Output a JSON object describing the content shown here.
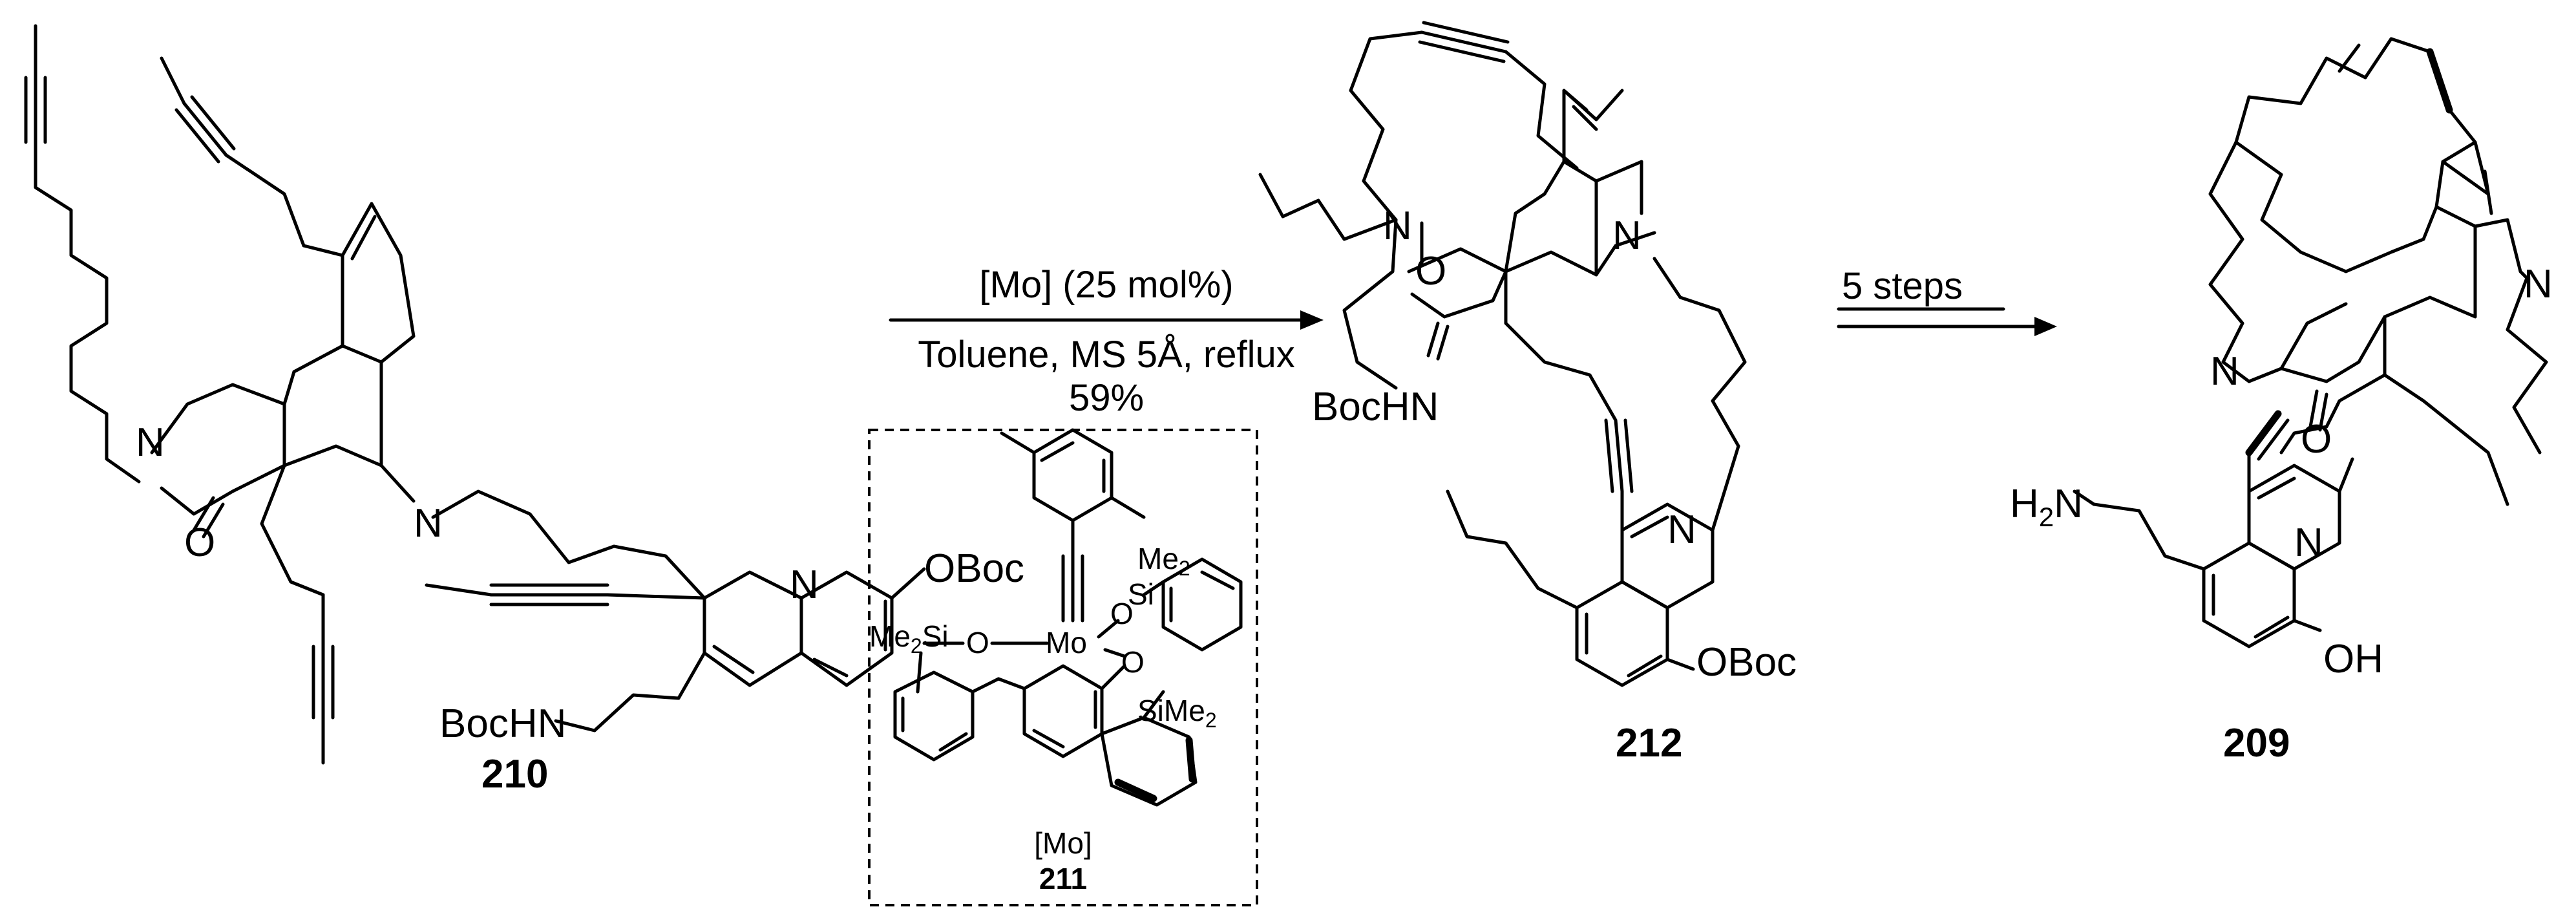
{
  "compounds": {
    "c210": {
      "number": "210",
      "labels": {
        "n_amide": "N",
        "n_amine": "N",
        "n_quin": "N",
        "oboc": "OBoc",
        "bochn": "BocHN",
        "oxo": "O"
      }
    },
    "c212": {
      "number": "212",
      "labels": {
        "n_amide": "N",
        "n_amine": "N",
        "n_quin": "N",
        "oboc": "OBoc",
        "bochn": "BocHN",
        "oxo": "O"
      }
    },
    "c209": {
      "number": "209",
      "labels": {
        "n_amide": "N",
        "n_amine": "N",
        "n_quin": "N",
        "oh": "OH",
        "h2n": "H",
        "h2n_sub": "2",
        "h2n_n": "N",
        "oxo": "O"
      }
    }
  },
  "arrow1": {
    "reagent": "[Mo] (25 mol%)",
    "conditions": "Toluene, MS 5Å, reflux",
    "yield": "59%"
  },
  "arrow2": {
    "label": "5 steps"
  },
  "catalyst": {
    "label": "[Mo]",
    "number": "211",
    "atoms": {
      "mo": "Mo",
      "o1": "O",
      "o2": "O",
      "o3": "O",
      "me2si": "Me",
      "me2si_sub": "2",
      "si_a": "Si",
      "si_b": "Si",
      "me2_top": "Me",
      "me2_top_sub": "2",
      "sime2": "SiMe",
      "sime2_sub": "2"
    }
  }
}
